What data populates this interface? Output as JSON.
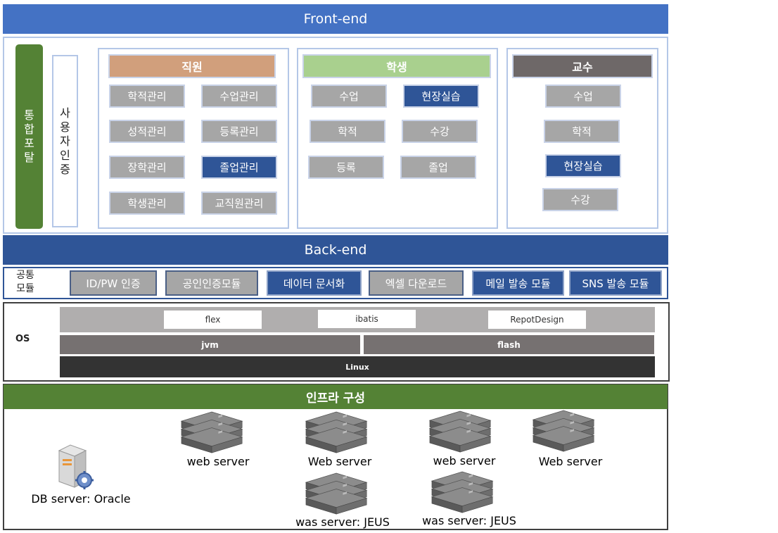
{
  "frontend": {
    "title": "Front-end"
  },
  "portal": {
    "chars": [
      "통",
      "합",
      "포",
      "탈"
    ]
  },
  "auth": {
    "chars": [
      "사",
      "용",
      "자",
      "인",
      "증"
    ]
  },
  "staff": {
    "title": "직원",
    "items": [
      "학적관리",
      "수업관리",
      "성적관리",
      "등록관리",
      "장학관리",
      "졸업관리",
      "학생관리",
      "교직원관리"
    ]
  },
  "student": {
    "title": "학생",
    "items": [
      "수업",
      "현장실습",
      "학적",
      "수강",
      "등록",
      "졸업"
    ]
  },
  "professor": {
    "title": "교수",
    "items": [
      "수업",
      "학적",
      "현장실습",
      "수강"
    ]
  },
  "backend": {
    "title": "Back-end"
  },
  "common": {
    "label_lines": [
      "공통",
      "모듈"
    ],
    "modules": [
      "ID/PW 인증",
      "공인인증모듈",
      "데이터 문서화",
      "엑셀 다운로드",
      "메일 발송 모듈",
      "SNS 발송 모듈"
    ]
  },
  "os": {
    "label": "OS",
    "frameworks": [
      "flex",
      "ibatis",
      "RepotDesign"
    ],
    "jvm": "jvm",
    "flash": "flash",
    "linux": "Linux"
  },
  "infra": {
    "title": "인프라 구성",
    "db_label": "DB server: Oracle",
    "web_servers": [
      "web server",
      "Web server",
      "web server",
      "Web server"
    ],
    "was_servers": [
      "was server: JEUS",
      "was server: JEUS"
    ]
  },
  "colors": {
    "frontend_blue": "#4472c4",
    "backend_navy": "#2f5597",
    "staff_header": "#d19f7c",
    "student_header": "#a9d08e",
    "professor_header": "#6e6868",
    "portal_green": "#548235",
    "infra_green": "#548235",
    "module_grey": "#a6a6a6",
    "module_navy": "#2f5597",
    "stack_grey": "#b0aeae",
    "stack_dark": "#767171",
    "stack_black": "#333333"
  },
  "icons": [
    "server-rack-icon",
    "db-server-gear-icon"
  ]
}
